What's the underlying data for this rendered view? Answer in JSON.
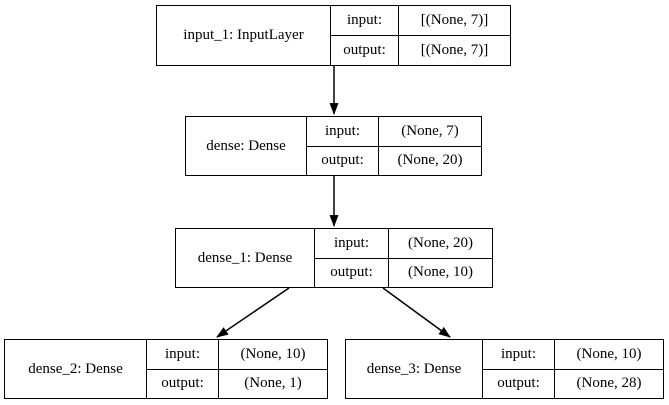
{
  "diagram": {
    "type": "keras-model-plot",
    "background_color": "#ffffff",
    "line_color": "#000000",
    "labels": {
      "input": "input:",
      "output": "output:"
    },
    "nodes": [
      {
        "id": "input_1",
        "name": "input_1: InputLayer",
        "input_shape": "[(None, 7)]",
        "output_shape": "[(None, 7)]"
      },
      {
        "id": "dense",
        "name": "dense: Dense",
        "input_shape": "(None, 7)",
        "output_shape": "(None, 20)"
      },
      {
        "id": "dense_1",
        "name": "dense_1: Dense",
        "input_shape": "(None, 20)",
        "output_shape": "(None, 10)"
      },
      {
        "id": "dense_2",
        "name": "dense_2: Dense",
        "input_shape": "(None, 10)",
        "output_shape": "(None, 1)"
      },
      {
        "id": "dense_3",
        "name": "dense_3: Dense",
        "input_shape": "(None, 10)",
        "output_shape": "(None, 28)"
      }
    ],
    "edges": [
      {
        "from": "input_1",
        "to": "dense"
      },
      {
        "from": "dense",
        "to": "dense_1"
      },
      {
        "from": "dense_1",
        "to": "dense_2"
      },
      {
        "from": "dense_1",
        "to": "dense_3"
      }
    ]
  }
}
